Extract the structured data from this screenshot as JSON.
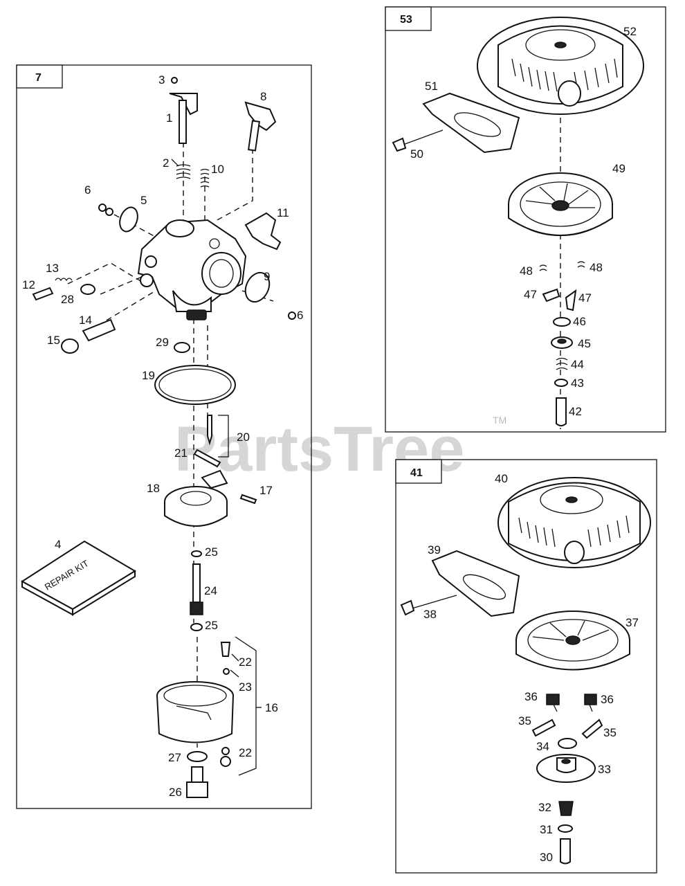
{
  "watermark": {
    "text": "PartsTree",
    "tm": "TM"
  },
  "repair_kit": {
    "number": "4",
    "text": "REPAIR KIT"
  },
  "panels": {
    "carburetor": {
      "tag": "7",
      "labels": [
        "3",
        "1",
        "8",
        "2",
        "10",
        "6",
        "5",
        "11",
        "13",
        "12",
        "28",
        "9",
        "14",
        "6",
        "15",
        "29",
        "19",
        "20",
        "21",
        "18",
        "17",
        "25",
        "24",
        "25",
        "22",
        "23",
        "16",
        "27",
        "22",
        "26"
      ]
    },
    "starter_53": {
      "tag": "53",
      "labels": [
        "52",
        "51",
        "50",
        "49",
        "48",
        "48",
        "47",
        "47",
        "46",
        "45",
        "44",
        "43",
        "42"
      ]
    },
    "starter_41": {
      "tag": "41",
      "labels": [
        "40",
        "39",
        "38",
        "37",
        "36",
        "36",
        "35",
        "35",
        "34",
        "33",
        "32",
        "31",
        "30"
      ]
    }
  }
}
